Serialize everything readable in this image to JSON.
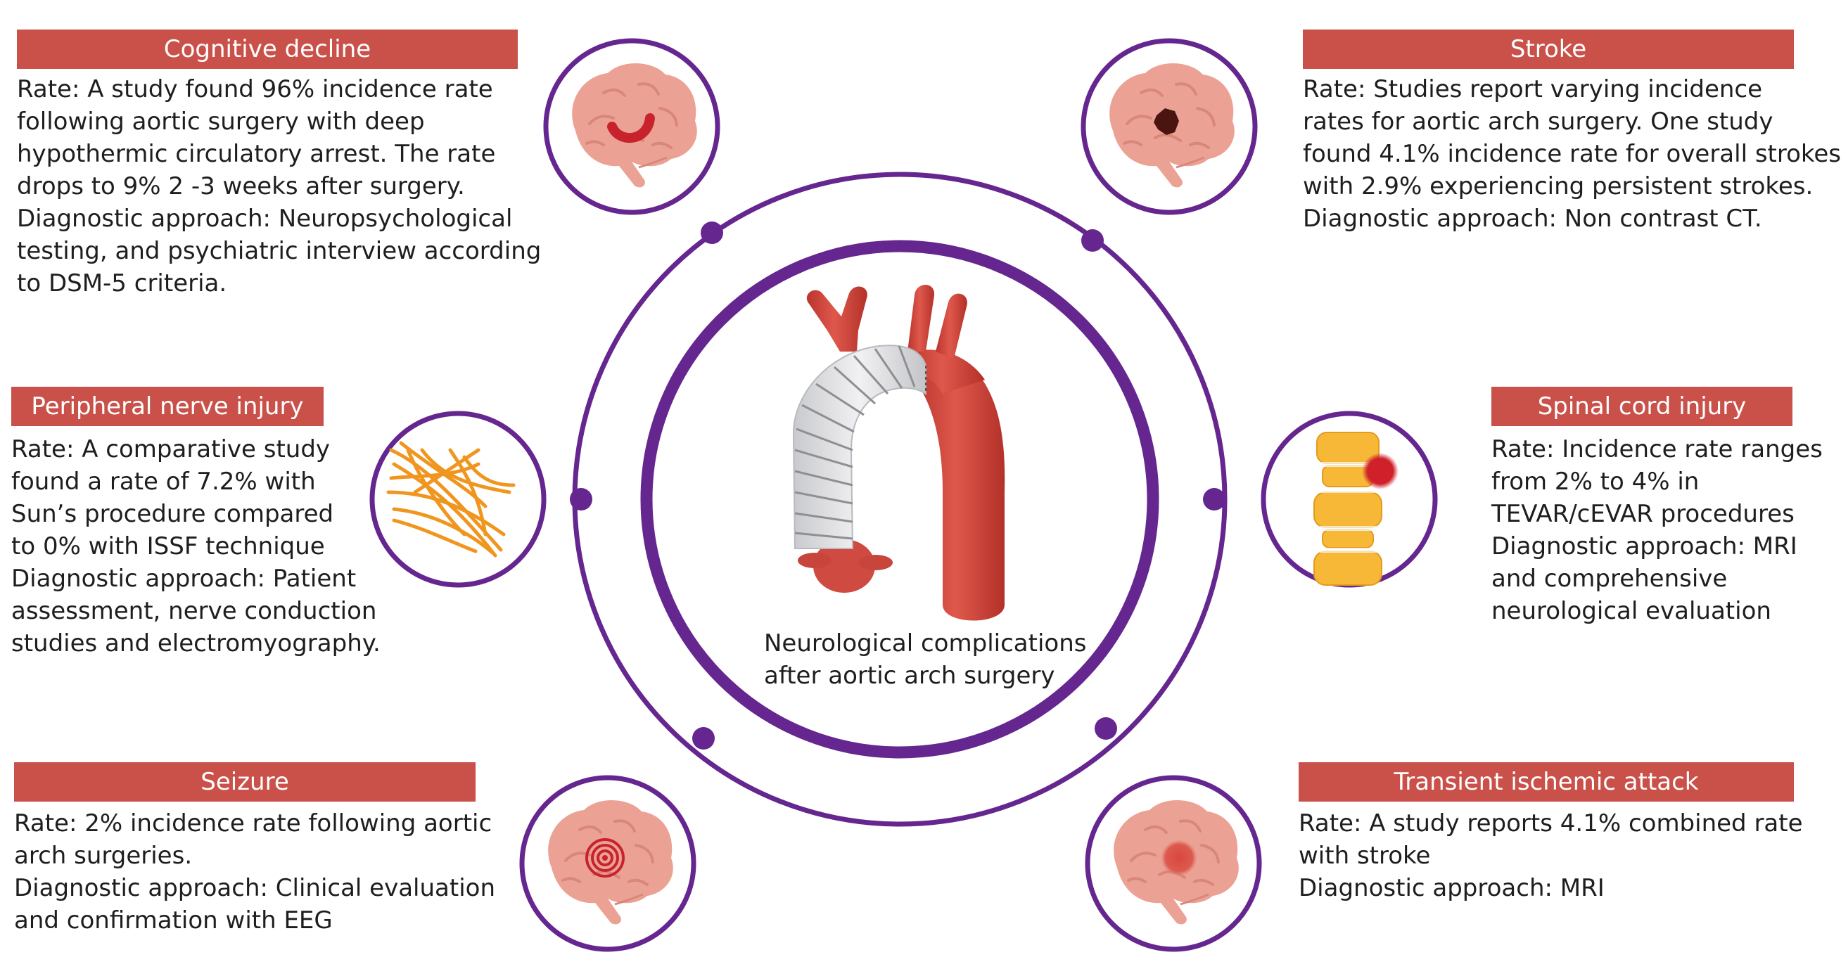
{
  "center_title": [
    "Neurological complications",
    "after aortic arch surgery"
  ],
  "panels": [
    {
      "id": "cognitive",
      "banner": "Cognitive decline",
      "lines": [
        "Rate: A study found 96% incidence rate",
        "following aortic surgery with deep",
        "hypothermic circulatory arrest. The rate",
        "drops to 9% 2 -3 weeks after surgery.",
        "Diagnostic approach: Neuropsychological",
        "testing, and psychiatric interview according",
        "to DSM-5 criteria."
      ],
      "icon": "brain-arc-lesion-icon"
    },
    {
      "id": "stroke",
      "banner": "Stroke",
      "lines": [
        "Rate:  Studies report varying incidence",
        "rates for aortic arch surgery. One study",
        "found 4.1% incidence rate for overall strokes",
        "with 2.9% experiencing persistent strokes.",
        "Diagnostic approach: Non contrast CT."
      ],
      "icon": "brain-infarct-icon"
    },
    {
      "id": "peripheral",
      "banner": "Peripheral nerve injury",
      "lines": [
        "Rate: A comparative study",
        "found a rate of 7.2% with",
        "Sun’s procedure compared",
        "to 0% with ISSF technique",
        "Diagnostic approach: Patient",
        "assessment, nerve conduction",
        "studies and electromyography."
      ],
      "icon": "nerve-fibers-icon"
    },
    {
      "id": "spinal",
      "banner": "Spinal cord injury",
      "lines": [
        "Rate: Incidence rate ranges",
        "from 2% to 4% in",
        "TEVAR/cEVAR procedures",
        "Diagnostic approach:  MRI",
        "and comprehensive",
        "neurological evaluation"
      ],
      "icon": "spine-lesion-icon"
    },
    {
      "id": "seizure",
      "banner": "Seizure",
      "lines": [
        "Rate: 2% incidence rate following aortic",
        "arch surgeries.",
        "Diagnostic approach: Clinical evaluation",
        "and confirmation with EEG"
      ],
      "icon": "brain-seizure-icon"
    },
    {
      "id": "tia",
      "banner": "Transient ischemic attack",
      "lines": [
        "Rate: A study reports 4.1% combined rate",
        "with stroke",
        "Diagnostic approach:  MRI"
      ],
      "icon": "brain-ischemia-icon"
    }
  ],
  "colors": {
    "banner": "#c9514a",
    "ring": "#65268f",
    "aorta": "#d4493f",
    "graft": "#e2e3e6",
    "brain": "#eba295",
    "nerve": "#f0961f",
    "vertebra": "#f7b838",
    "lesion": "#c8232c"
  }
}
